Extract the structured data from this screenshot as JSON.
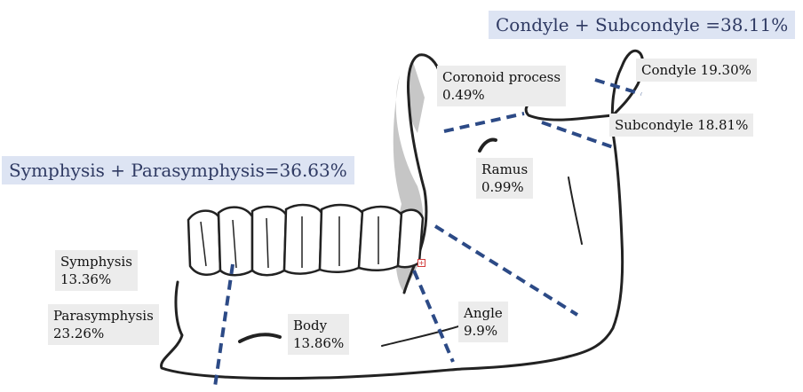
{
  "groups": {
    "condyle_subcondyle": "Condyle + Subcondyle =38.11%",
    "symphysis_parasymphysis": "Symphysis + Parasymphysis=36.63%"
  },
  "regions": {
    "coronoid": {
      "name": "Coronoid process",
      "pct": "0.49%"
    },
    "condyle": {
      "name": "Condyle",
      "pct": "19.30%",
      "text": "Condyle 19.30%"
    },
    "subcondyle": {
      "name": "Subcondyle",
      "pct": "18.81%",
      "text": "Subcondyle 18.81%"
    },
    "ramus": {
      "name": "Ramus",
      "pct": "0.99%"
    },
    "symphysis": {
      "name": "Symphysis",
      "pct": "13.36%"
    },
    "parasymphysis": {
      "name": "Parasymphysis",
      "pct": "23.26%"
    },
    "body": {
      "name": "Body",
      "pct": "13.86%"
    },
    "angle": {
      "name": "Angle",
      "pct": "9.9%"
    }
  },
  "colors": {
    "bone_outline": "#222222",
    "shading": "#b8b8b8",
    "division_lines": "#2c4a86",
    "banner_bg": "#dde4f3",
    "label_bg": "#ececec"
  },
  "icons": {
    "marker": "small-plus-box-icon"
  }
}
